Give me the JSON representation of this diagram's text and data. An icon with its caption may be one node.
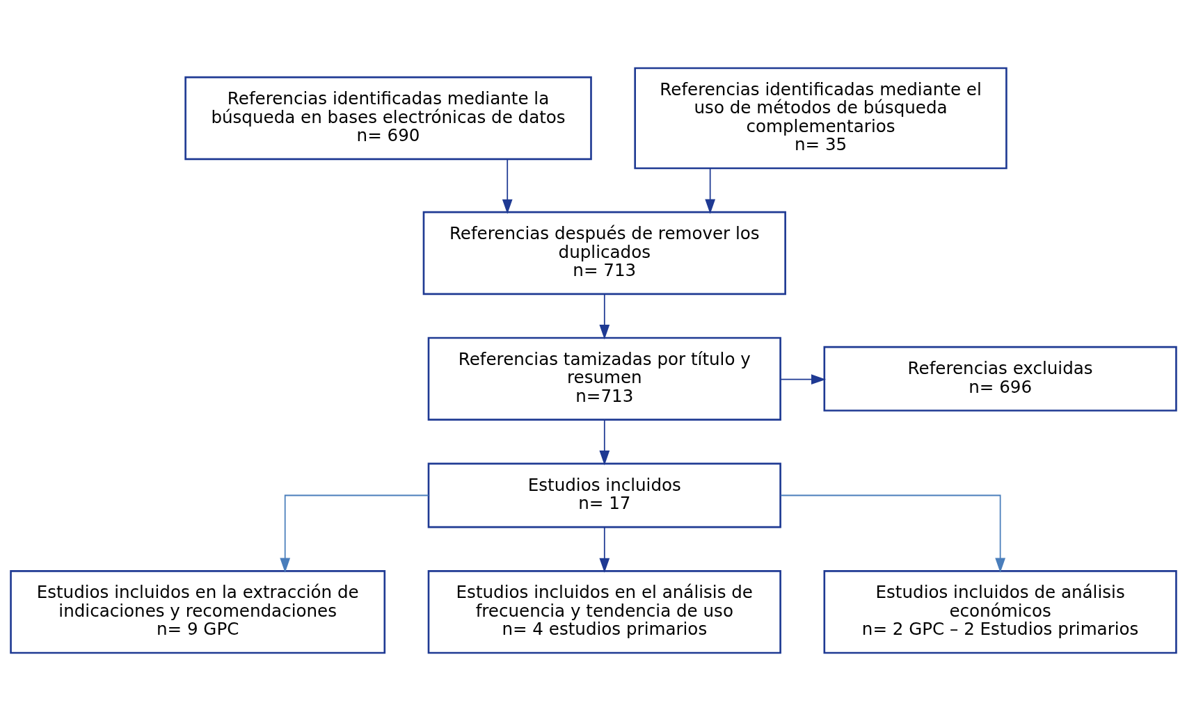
{
  "diagram": {
    "nodes": [
      {
        "text": [
          "Referencias identificadas mediante la búsqueda en bases electrónicas de datos",
          "n= 690"
        ]
      },
      {
        "text": [
          "Referencias identificadas mediante el uso de métodos de búsqueda complementarios",
          "n= 35"
        ]
      },
      {
        "text": [
          "Referencias después de remover los duplicados",
          "n= 713"
        ]
      },
      {
        "text": [
          "Referencias tamizadas por título y resumen",
          "n=713"
        ]
      },
      {
        "text": [
          "Referencias excluidas",
          "n= 696"
        ]
      },
      {
        "text": [
          "Estudios incluidos",
          "n= 17"
        ]
      },
      {
        "text": [
          "Estudios incluidos en la extracción de indicaciones y recomendaciones",
          "n= 9 GPC"
        ]
      },
      {
        "text": [
          "Estudios incluidos en el análisis de frecuencia y tendencia de uso",
          "n= 4 estudios primarios"
        ]
      },
      {
        "text": [
          "Estudios incluidos de análisis económicos",
          "n= 2 GPC – 2 Estudios primarios"
        ]
      }
    ],
    "edges": [
      {
        "from": 0,
        "to": 2,
        "arrow": "to"
      },
      {
        "from": 1,
        "to": 2,
        "arrow": "to"
      },
      {
        "from": 2,
        "to": 3,
        "arrow": "to"
      },
      {
        "from": 3,
        "to": 4,
        "arrow": "to"
      },
      {
        "from": 3,
        "to": 5,
        "arrow": "to"
      },
      {
        "from": 5,
        "to": 6,
        "arrow": "to",
        "color": "#4a7ebb"
      },
      {
        "from": 5,
        "to": 7,
        "arrow": "to"
      },
      {
        "from": 5,
        "to": 8,
        "arrow": "to",
        "color": "#4a7ebb"
      }
    ]
  }
}
